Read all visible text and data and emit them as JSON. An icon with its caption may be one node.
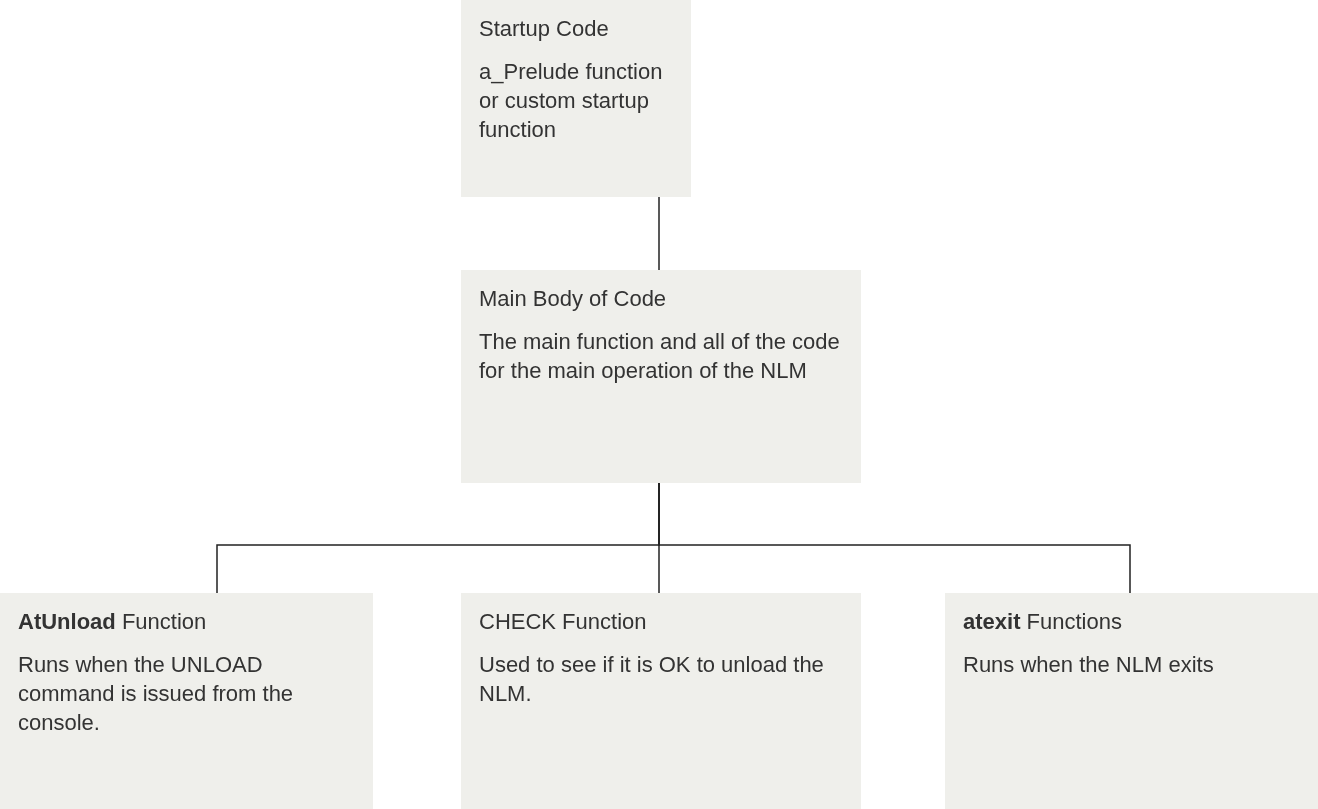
{
  "diagram": {
    "nodes": [
      {
        "text": [
          "Startup Code",
          "a_Prelude function or custom startup function"
        ]
      },
      {
        "text": [
          "Main Body of Code",
          "The main function and all of the code for the main operation of the NLM"
        ]
      },
      {
        "text": [
          "**AtUnload** Function",
          "Runs when the UNLOAD command is issued from the console."
        ]
      },
      {
        "text": [
          "CHECK Function",
          "Used to see if it is OK to unload the NLM."
        ]
      },
      {
        "text": [
          "**atexit** Functions",
          "Runs when the NLM exits"
        ]
      }
    ],
    "edges": [
      {
        "from": 0,
        "to": 1,
        "arrow": "none"
      },
      {
        "from": 1,
        "to": 2,
        "arrow": "none"
      },
      {
        "from": 1,
        "to": 3,
        "arrow": "none"
      },
      {
        "from": 1,
        "to": 4,
        "arrow": "none"
      }
    ]
  }
}
